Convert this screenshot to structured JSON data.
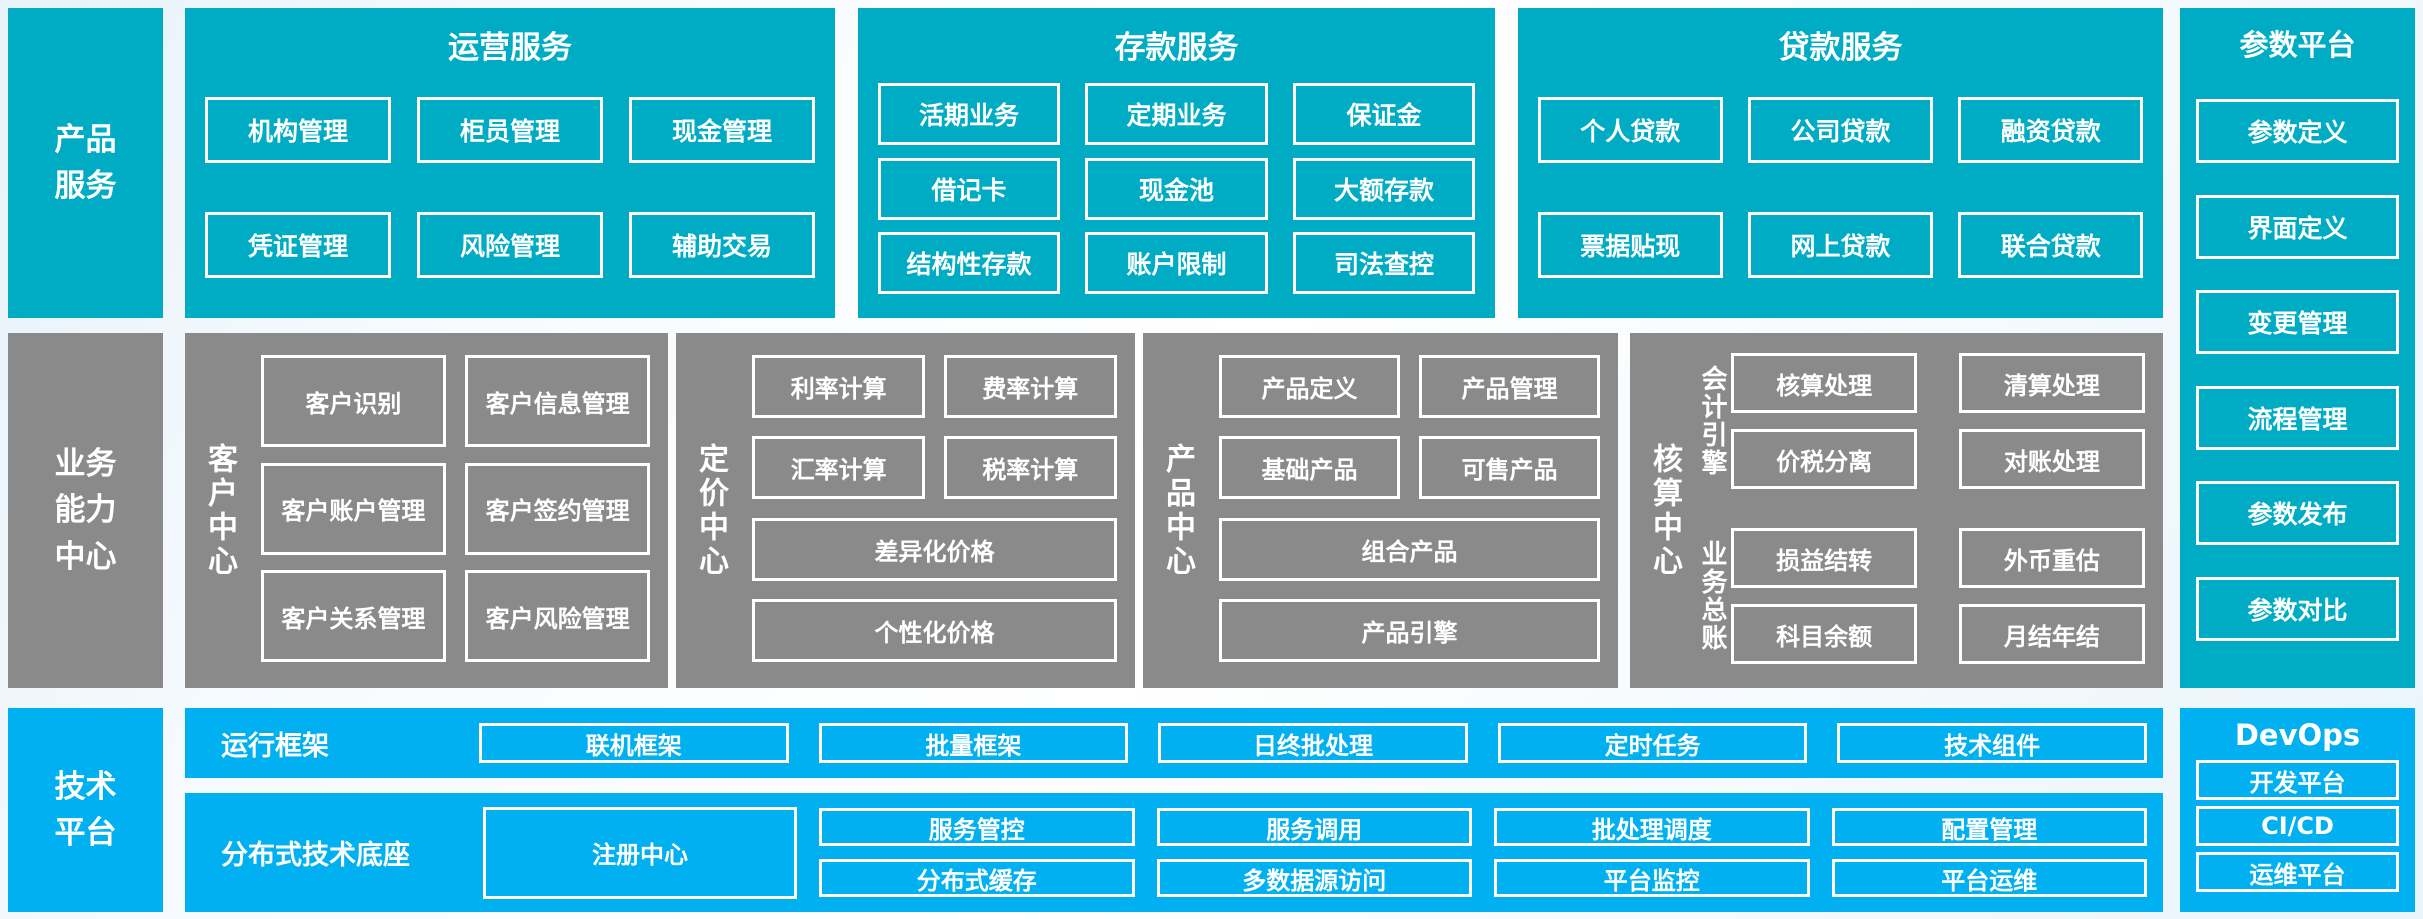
{
  "colors": {
    "teal": "#00ACC4",
    "gray": "#8A8A8A",
    "azure": "#00B0F0"
  },
  "left_labels": {
    "product": {
      "text": "产品服务",
      "lines": [
        "产品",
        "服务"
      ]
    },
    "business": {
      "text": "业务能力中心",
      "lines": [
        "业务",
        "能力",
        "中心"
      ]
    },
    "tech": {
      "text": "技术平台",
      "lines": [
        "技术",
        "平台"
      ]
    }
  },
  "row1": {
    "operations": {
      "title": "运营服务",
      "boxes": [
        "机构管理",
        "柜员管理",
        "现金管理",
        "凭证管理",
        "风险管理",
        "辅助交易"
      ]
    },
    "deposit": {
      "title": "存款服务",
      "boxes": [
        "活期业务",
        "定期业务",
        "保证金",
        "借记卡",
        "现金池",
        "大额存款",
        "结构性存款",
        "账户限制",
        "司法查控"
      ]
    },
    "loan": {
      "title": "贷款服务",
      "boxes": [
        "个人贷款",
        "公司贷款",
        "融资贷款",
        "票据贴现",
        "网上贷款",
        "联合贷款"
      ]
    }
  },
  "param_platform": {
    "title": "参数平台",
    "boxes": [
      "参数定义",
      "界面定义",
      "变更管理",
      "流程管理",
      "参数发布",
      "参数对比"
    ]
  },
  "row2": {
    "customer": {
      "name": "客户中心",
      "boxes": [
        "客户识别",
        "客户信息管理",
        "客户账户管理",
        "客户签约管理",
        "客户关系管理",
        "客户风险管理"
      ]
    },
    "pricing": {
      "name": "定价中心",
      "pair_boxes": [
        "利率计算",
        "费率计算",
        "汇率计算",
        "税率计算"
      ],
      "wide_boxes": [
        "差异化价格",
        "个性化价格"
      ]
    },
    "product": {
      "name": "产品中心",
      "pair_boxes": [
        "产品定义",
        "产品管理",
        "基础产品",
        "可售产品"
      ],
      "wide_boxes": [
        "组合产品",
        "产品引擎"
      ]
    },
    "accounting": {
      "name": "核算中心",
      "groups": [
        {
          "name": "会计引擎",
          "boxes": [
            "核算处理",
            "清算处理",
            "价税分离",
            "对账处理"
          ]
        },
        {
          "name": "业务总账",
          "boxes": [
            "损益结转",
            "外币重估",
            "科目余额",
            "月结年结"
          ]
        }
      ]
    }
  },
  "row3": {
    "runtime": {
      "label": "运行框架",
      "boxes": [
        "联机框架",
        "批量框架",
        "日终批处理",
        "定时任务",
        "技术组件"
      ]
    },
    "distributed": {
      "label": "分布式技术底座",
      "registry": "注册中心",
      "columns": [
        [
          "服务管控",
          "分布式缓存"
        ],
        [
          "服务调用",
          "多数据源访问"
        ],
        [
          "批处理调度",
          "平台监控"
        ],
        [
          "配置管理",
          "平台运维"
        ]
      ]
    },
    "devops": {
      "title": "DevOps",
      "boxes": [
        "开发平台",
        "CI/CD",
        "运维平台"
      ]
    }
  }
}
